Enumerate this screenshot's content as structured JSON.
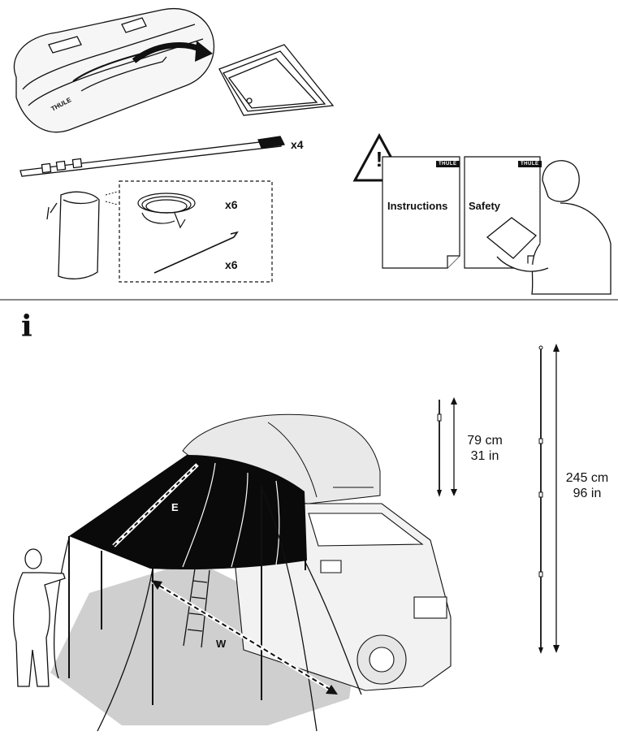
{
  "contents": {
    "bag_brand": "THULE",
    "pole_qty": "x4",
    "rope_qty": "x6",
    "peg_qty": "x6",
    "documents": [
      {
        "title": "Instructions",
        "brand": "THULE"
      },
      {
        "title": "Safety",
        "brand": "THULE"
      }
    ],
    "warning_symbol": "!"
  },
  "info": {
    "icon": "i",
    "label_e": "E",
    "label_w": "W",
    "short_pole": {
      "cm": "79 cm",
      "in": "31 in"
    },
    "long_pole": {
      "cm": "245 cm",
      "in": "96 in"
    }
  },
  "colors": {
    "ink": "#111111",
    "ground": "#cfcfcf",
    "awning": "#0a0a0a",
    "car": "#f2f2f2"
  }
}
